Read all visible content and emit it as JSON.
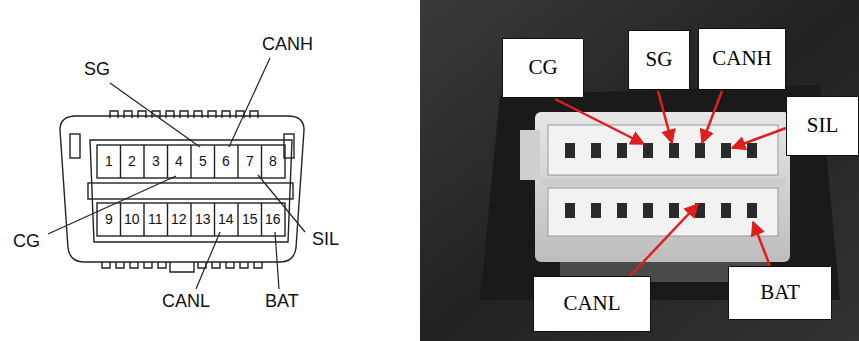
{
  "diagram": {
    "nodes": [
      {
        "text": [
          "CG"
        ]
      },
      {
        "text": [
          "SG"
        ]
      },
      {
        "text": [
          "CANH"
        ]
      },
      {
        "text": [
          "SIL"
        ]
      },
      {
        "text": [
          "CANL"
        ]
      },
      {
        "text": [
          "BAT"
        ]
      }
    ],
    "labels": [
      "SG",
      "CANH",
      "1",
      "2",
      "3",
      "4",
      "5",
      "6",
      "7",
      "8",
      "CG",
      "SIL",
      "9",
      "10",
      "11",
      "12",
      "13",
      "14",
      "15",
      "16",
      "CANL",
      "BAT"
    ]
  }
}
